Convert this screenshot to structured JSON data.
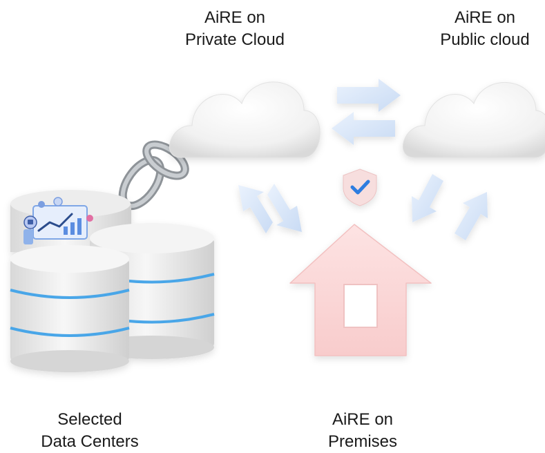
{
  "nodes": {
    "private_cloud": {
      "line1": "AiRE on",
      "line2": "Private Cloud"
    },
    "public_cloud": {
      "line1": "AiRE on",
      "line2": "Public cloud"
    },
    "data_centers": {
      "line1": "Selected",
      "line2": "Data Centers"
    },
    "premises": {
      "line1": "AiRE on",
      "line2": "Premises"
    }
  },
  "colors": {
    "cloud": "#f2f2f2",
    "arrow": "#dce8fa",
    "house": "#fcd9d9",
    "shield_check": "#2f7de0",
    "db_stripe": "#4aa6e8",
    "chain": "#a8adb2"
  },
  "icons": [
    "cloud-icon",
    "arrow-icon",
    "shield-check-icon",
    "house-icon",
    "database-icon",
    "chain-icon",
    "dashboard-screen-icon"
  ]
}
